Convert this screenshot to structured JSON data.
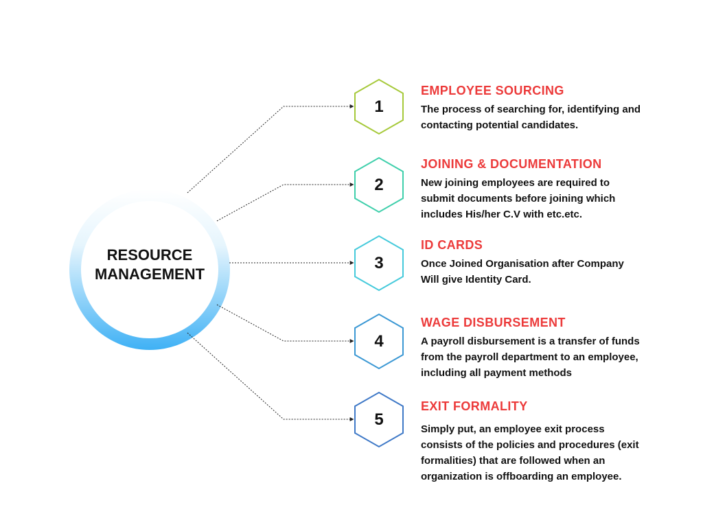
{
  "center": {
    "line1": "RESOURCE",
    "line2": "MANAGEMENT"
  },
  "colors": {
    "title_red": "#ec3a3a",
    "ring_light": "#eaf6fd",
    "ring_dark": "#3fb1f5",
    "connector": "#222222"
  },
  "steps": [
    {
      "number": "1",
      "color": "#a6c93a",
      "title": "EMPLOYEE SOURCING",
      "description": "The process of searching for, identifying and contacting potential candidates."
    },
    {
      "number": "2",
      "color": "#3fcfab",
      "title": "JOINING & DOCUMENTATION",
      "description": "New joining employees are required to submit documents before joining which includes His/her C.V with etc.etc."
    },
    {
      "number": "3",
      "color": "#45cadb",
      "title": "ID CARDS",
      "description": "Once Joined Organisation after Company Will give Identity Card."
    },
    {
      "number": "4",
      "color": "#3b98d4",
      "title": "WAGE DISBURSEMENT",
      "description": "A payroll disbursement is a transfer of funds from the payroll department to an employee, including all payment methods"
    },
    {
      "number": "5",
      "color": "#3f79c7",
      "title": "EXIT FORMALITY",
      "description": "Simply put, an employee exit process consists of the policies and procedures (exit formalities) that are followed when an organization is offboarding an employee."
    }
  ]
}
